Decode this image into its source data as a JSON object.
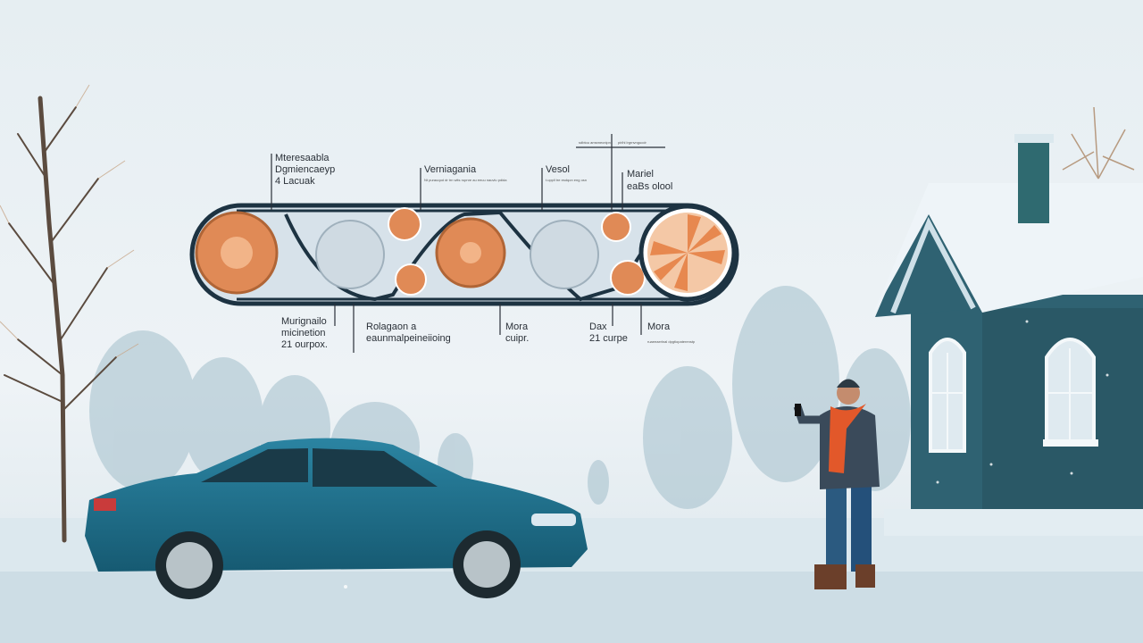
{
  "diagram": {
    "top_labels": [
      {
        "lines": [
          "Mteresaabla",
          "Dgmiencaeyp",
          "4 Lacuak"
        ]
      },
      {
        "lines": [
          "Verniagania"
        ],
        "small": "Nt purauqod dr trn wits rupnre au eeuu nauvlu pdida"
      },
      {
        "lines": [
          "Vesol"
        ],
        "small": "t.uppll tre esdqon eng osn"
      },
      {
        "lines": [
          "Mariel",
          "eaBs olool"
        ]
      }
    ],
    "header_tags": [
      "sdbtou amsmecnipn",
      "pirlhl lrgrnvngucdr"
    ],
    "bottom_labels": [
      {
        "lines": [
          "Murignailo",
          "micinetion",
          "21 ourpox."
        ]
      },
      {
        "lines": [
          "Rolagaon a",
          "eaunmalpeineiioing"
        ]
      },
      {
        "lines": [
          "Mora",
          "cuipr."
        ]
      },
      {
        "lines": [
          "Dax",
          "21 curpe"
        ]
      },
      {
        "lines": [
          "Mora"
        ],
        "small": "ruaeeaerlnal dpgtiopaterenstp"
      }
    ]
  },
  "colors": {
    "sky": "#e9f0f4",
    "car": "#1e6c88",
    "house": "#2f6272",
    "gear": "#e08a56",
    "belt": "#1d3342",
    "scarf": "#e2582a"
  }
}
